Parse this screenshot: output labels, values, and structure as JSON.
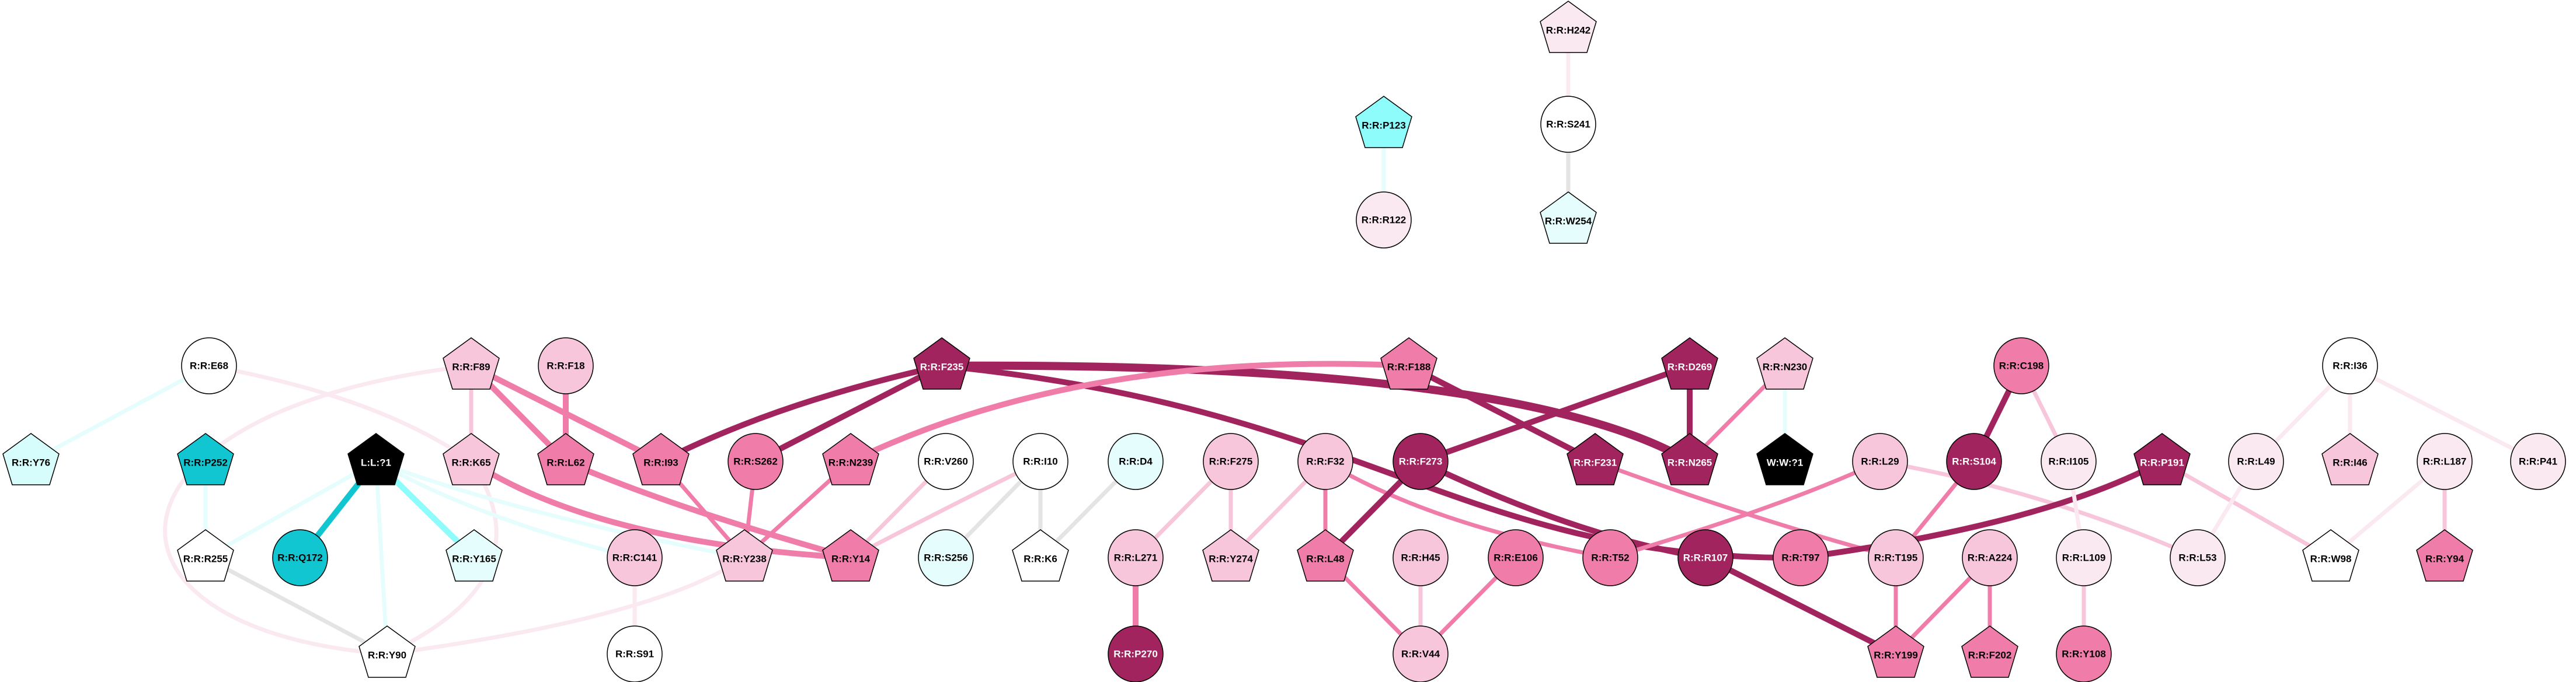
{
  "colors": {
    "dark": "#a2245e",
    "mid": "#f07ca9",
    "light": "#f8c6db",
    "verylight": "#fbe9f1",
    "white": "#ffffff",
    "cyanlight": "#e6fdfd",
    "cyanpale": "#d6fcfc",
    "cyan": "#8ffcfc",
    "teal": "#11c6d0",
    "gray": "#e4e4e4",
    "black": "#000000"
  },
  "nodes": [
    {
      "id": "R:R:H242",
      "shape": "pentagon",
      "fill": "verylight"
    },
    {
      "id": "R:R:S241",
      "shape": "ellipse",
      "fill": "white"
    },
    {
      "id": "R:R:W254",
      "shape": "pentagon",
      "fill": "cyanlight"
    },
    {
      "id": "R:R:P123",
      "shape": "pentagon",
      "fill": "cyan"
    },
    {
      "id": "R:R:R122",
      "shape": "ellipse",
      "fill": "verylight"
    },
    {
      "id": "R:R:E68",
      "shape": "ellipse",
      "fill": "white"
    },
    {
      "id": "R:R:F89",
      "shape": "pentagon",
      "fill": "light"
    },
    {
      "id": "R:R:F18",
      "shape": "ellipse",
      "fill": "light"
    },
    {
      "id": "R:R:F235",
      "shape": "pentagon",
      "fill": "dark"
    },
    {
      "id": "R:R:F188",
      "shape": "pentagon",
      "fill": "mid"
    },
    {
      "id": "R:R:D269",
      "shape": "pentagon",
      "fill": "dark"
    },
    {
      "id": "R:R:N230",
      "shape": "pentagon",
      "fill": "light"
    },
    {
      "id": "R:R:C198",
      "shape": "ellipse",
      "fill": "mid"
    },
    {
      "id": "R:R:I36",
      "shape": "ellipse",
      "fill": "white"
    },
    {
      "id": "R:R:Y76",
      "shape": "pentagon",
      "fill": "cyanpale"
    },
    {
      "id": "R:R:P252",
      "shape": "pentagon",
      "fill": "teal"
    },
    {
      "id": "L:L:?1",
      "shape": "pentagon",
      "fill": "black"
    },
    {
      "id": "R:R:K65",
      "shape": "pentagon",
      "fill": "light"
    },
    {
      "id": "R:R:L62",
      "shape": "pentagon",
      "fill": "mid"
    },
    {
      "id": "R:R:I93",
      "shape": "pentagon",
      "fill": "mid"
    },
    {
      "id": "R:R:S262",
      "shape": "ellipse",
      "fill": "mid"
    },
    {
      "id": "R:R:N239",
      "shape": "pentagon",
      "fill": "mid"
    },
    {
      "id": "R:R:V260",
      "shape": "ellipse",
      "fill": "white"
    },
    {
      "id": "R:R:I10",
      "shape": "ellipse",
      "fill": "white"
    },
    {
      "id": "R:R:D4",
      "shape": "ellipse",
      "fill": "cyanlight"
    },
    {
      "id": "R:R:F275",
      "shape": "ellipse",
      "fill": "light"
    },
    {
      "id": "R:R:F32",
      "shape": "ellipse",
      "fill": "light"
    },
    {
      "id": "R:R:F273",
      "shape": "ellipse",
      "fill": "dark"
    },
    {
      "id": "R:R:F231",
      "shape": "pentagon",
      "fill": "dark"
    },
    {
      "id": "R:R:N265",
      "shape": "pentagon",
      "fill": "dark"
    },
    {
      "id": "W:W:?1",
      "shape": "pentagon",
      "fill": "black"
    },
    {
      "id": "R:R:L29",
      "shape": "ellipse",
      "fill": "light"
    },
    {
      "id": "R:R:S104",
      "shape": "ellipse",
      "fill": "dark"
    },
    {
      "id": "R:R:I105",
      "shape": "ellipse",
      "fill": "verylight"
    },
    {
      "id": "R:R:P191",
      "shape": "pentagon",
      "fill": "dark"
    },
    {
      "id": "R:R:L49",
      "shape": "ellipse",
      "fill": "verylight"
    },
    {
      "id": "R:R:I46",
      "shape": "pentagon",
      "fill": "light"
    },
    {
      "id": "R:R:L187",
      "shape": "ellipse",
      "fill": "verylight"
    },
    {
      "id": "R:R:P41",
      "shape": "ellipse",
      "fill": "verylight"
    },
    {
      "id": "R:R:R255",
      "shape": "pentagon",
      "fill": "white"
    },
    {
      "id": "R:R:Q172",
      "shape": "ellipse",
      "fill": "teal"
    },
    {
      "id": "R:R:Y165",
      "shape": "pentagon",
      "fill": "cyanlight"
    },
    {
      "id": "R:R:C141",
      "shape": "ellipse",
      "fill": "light"
    },
    {
      "id": "R:R:Y238",
      "shape": "pentagon",
      "fill": "light"
    },
    {
      "id": "R:R:Y14",
      "shape": "pentagon",
      "fill": "mid"
    },
    {
      "id": "R:R:S256",
      "shape": "ellipse",
      "fill": "cyanlight"
    },
    {
      "id": "R:R:K6",
      "shape": "pentagon",
      "fill": "white"
    },
    {
      "id": "R:R:L271",
      "shape": "ellipse",
      "fill": "light"
    },
    {
      "id": "R:R:Y274",
      "shape": "pentagon",
      "fill": "light"
    },
    {
      "id": "R:R:L48",
      "shape": "pentagon",
      "fill": "mid"
    },
    {
      "id": "R:R:H45",
      "shape": "ellipse",
      "fill": "light"
    },
    {
      "id": "R:R:E106",
      "shape": "ellipse",
      "fill": "mid"
    },
    {
      "id": "R:R:T52",
      "shape": "ellipse",
      "fill": "mid"
    },
    {
      "id": "R:R:R107",
      "shape": "ellipse",
      "fill": "dark"
    },
    {
      "id": "R:R:T97",
      "shape": "ellipse",
      "fill": "mid"
    },
    {
      "id": "R:R:T195",
      "shape": "ellipse",
      "fill": "light"
    },
    {
      "id": "R:R:A224",
      "shape": "ellipse",
      "fill": "light"
    },
    {
      "id": "R:R:L109",
      "shape": "ellipse",
      "fill": "verylight"
    },
    {
      "id": "R:R:L53",
      "shape": "ellipse",
      "fill": "verylight"
    },
    {
      "id": "R:R:W98",
      "shape": "pentagon",
      "fill": "white"
    },
    {
      "id": "R:R:Y94",
      "shape": "pentagon",
      "fill": "mid"
    },
    {
      "id": "R:R:Y90",
      "shape": "pentagon",
      "fill": "white"
    },
    {
      "id": "R:R:S91",
      "shape": "ellipse",
      "fill": "white"
    },
    {
      "id": "R:R:P270",
      "shape": "ellipse",
      "fill": "dark"
    },
    {
      "id": "R:R:V44",
      "shape": "ellipse",
      "fill": "light"
    },
    {
      "id": "R:R:Y199",
      "shape": "pentagon",
      "fill": "mid"
    },
    {
      "id": "R:R:F202",
      "shape": "pentagon",
      "fill": "mid"
    },
    {
      "id": "R:R:Y108",
      "shape": "ellipse",
      "fill": "mid"
    }
  ],
  "edges": [
    {
      "source": "R:R:H242",
      "target": "R:R:S241",
      "color": "verylight",
      "weight": 1
    },
    {
      "source": "R:R:S241",
      "target": "R:R:W254",
      "color": "gray",
      "weight": 1
    },
    {
      "source": "R:R:P123",
      "target": "R:R:R122",
      "color": "cyanlight",
      "weight": 1
    },
    {
      "source": "R:R:E68",
      "target": "R:R:Y76",
      "color": "cyanlight",
      "weight": 1
    },
    {
      "source": "R:R:E68",
      "target": "R:R:K65",
      "color": "verylight",
      "weight": 1
    },
    {
      "source": "R:R:F89",
      "target": "R:R:Y90",
      "color": "verylight",
      "weight": 1
    },
    {
      "source": "R:R:F89",
      "target": "R:R:K65",
      "color": "light",
      "weight": 1
    },
    {
      "source": "R:R:F89",
      "target": "R:R:L62",
      "color": "mid",
      "weight": 2
    },
    {
      "source": "R:R:F89",
      "target": "R:R:I93",
      "color": "mid",
      "weight": 2
    },
    {
      "source": "R:R:F18",
      "target": "R:R:L62",
      "color": "mid",
      "weight": 2
    },
    {
      "source": "R:R:K65",
      "target": "R:R:Y14",
      "color": "mid",
      "weight": 2
    },
    {
      "source": "R:R:L62",
      "target": "R:R:Y14",
      "color": "mid",
      "weight": 2
    },
    {
      "source": "R:R:K65",
      "target": "R:R:Y90",
      "color": "verylight",
      "weight": 1
    },
    {
      "source": "R:R:P252",
      "target": "R:R:R255",
      "color": "cyanlight",
      "weight": 1
    },
    {
      "source": "L:L:?1",
      "target": "R:R:R255",
      "color": "cyanlight",
      "weight": 1
    },
    {
      "source": "L:L:?1",
      "target": "R:R:Q172",
      "color": "teal",
      "weight": 2
    },
    {
      "source": "L:L:?1",
      "target": "R:R:Y90",
      "color": "cyanlight",
      "weight": 1
    },
    {
      "source": "L:L:?1",
      "target": "R:R:Y165",
      "color": "cyan",
      "weight": 2
    },
    {
      "source": "L:L:?1",
      "target": "R:R:C141",
      "color": "cyanlight",
      "weight": 1
    },
    {
      "source": "L:L:?1",
      "target": "R:R:Y238",
      "color": "cyanlight",
      "weight": 1
    },
    {
      "source": "R:R:R255",
      "target": "R:R:Y90",
      "color": "gray",
      "weight": 1
    },
    {
      "source": "R:R:C141",
      "target": "R:R:S91",
      "color": "verylight",
      "weight": 1
    },
    {
      "source": "R:R:Y238",
      "target": "R:R:Y90",
      "color": "verylight",
      "weight": 1
    },
    {
      "source": "R:R:F235",
      "target": "R:R:I93",
      "color": "dark",
      "weight": 2
    },
    {
      "source": "R:R:F235",
      "target": "R:R:S262",
      "color": "dark",
      "weight": 2
    },
    {
      "source": "R:R:F235",
      "target": "R:R:N265",
      "color": "dark",
      "weight": 3
    },
    {
      "source": "R:R:F235",
      "target": "R:R:T97",
      "color": "dark",
      "weight": 2
    },
    {
      "source": "R:R:I93",
      "target": "R:R:Y238",
      "color": "mid",
      "weight": 1
    },
    {
      "source": "R:R:S262",
      "target": "R:R:Y238",
      "color": "mid",
      "weight": 1
    },
    {
      "source": "R:R:N239",
      "target": "R:R:Y238",
      "color": "mid",
      "weight": 1
    },
    {
      "source": "R:R:N239",
      "target": "R:R:F188",
      "color": "mid",
      "weight": 2
    },
    {
      "source": "R:R:V260",
      "target": "R:R:Y14",
      "color": "light",
      "weight": 1
    },
    {
      "source": "R:R:I10",
      "target": "R:R:Y14",
      "color": "light",
      "weight": 1
    },
    {
      "source": "R:R:I10",
      "target": "R:R:S256",
      "color": "gray",
      "weight": 1
    },
    {
      "source": "R:R:I10",
      "target": "R:R:K6",
      "color": "gray",
      "weight": 1
    },
    {
      "source": "R:R:D4",
      "target": "R:R:K6",
      "color": "gray",
      "weight": 1
    },
    {
      "source": "R:R:F275",
      "target": "R:R:L271",
      "color": "light",
      "weight": 1
    },
    {
      "source": "R:R:F275",
      "target": "R:R:Y274",
      "color": "light",
      "weight": 1
    },
    {
      "source": "R:R:L271",
      "target": "R:R:P270",
      "color": "mid",
      "weight": 2
    },
    {
      "source": "R:R:F32",
      "target": "R:R:Y274",
      "color": "light",
      "weight": 1
    },
    {
      "source": "R:R:F32",
      "target": "R:R:L48",
      "color": "mid",
      "weight": 1
    },
    {
      "source": "R:R:F32",
      "target": "R:R:T52",
      "color": "mid",
      "weight": 1
    },
    {
      "source": "R:R:F273",
      "target": "R:R:D269",
      "color": "dark",
      "weight": 2
    },
    {
      "source": "R:R:F273",
      "target": "R:R:L48",
      "color": "dark",
      "weight": 2
    },
    {
      "source": "R:R:F273",
      "target": "R:R:R107",
      "color": "dark",
      "weight": 2
    },
    {
      "source": "R:R:F188",
      "target": "R:R:F231",
      "color": "dark",
      "weight": 2
    },
    {
      "source": "R:R:D269",
      "target": "R:R:N265",
      "color": "dark",
      "weight": 2
    },
    {
      "source": "R:R:N230",
      "target": "R:R:N265",
      "color": "mid",
      "weight": 1
    },
    {
      "source": "R:R:N230",
      "target": "W:W:?1",
      "color": "cyanlight",
      "weight": 1
    },
    {
      "source": "R:R:F231",
      "target": "R:R:T195",
      "color": "mid",
      "weight": 1
    },
    {
      "source": "R:R:L29",
      "target": "R:R:T52",
      "color": "mid",
      "weight": 1
    },
    {
      "source": "R:R:L29",
      "target": "R:R:L53",
      "color": "light",
      "weight": 1
    },
    {
      "source": "R:R:H45",
      "target": "R:R:V44",
      "color": "light",
      "weight": 1
    },
    {
      "source": "R:R:L48",
      "target": "R:R:V44",
      "color": "mid",
      "weight": 1
    },
    {
      "source": "R:R:E106",
      "target": "R:R:V44",
      "color": "mid",
      "weight": 1
    },
    {
      "source": "R:R:R107",
      "target": "R:R:Y199",
      "color": "dark",
      "weight": 2
    },
    {
      "source": "R:R:T195",
      "target": "R:R:Y199",
      "color": "mid",
      "weight": 1
    },
    {
      "source": "R:R:A224",
      "target": "R:R:Y199",
      "color": "mid",
      "weight": 1
    },
    {
      "source": "R:R:A224",
      "target": "R:R:F202",
      "color": "mid",
      "weight": 1
    },
    {
      "source": "R:R:C198",
      "target": "R:R:S104",
      "color": "dark",
      "weight": 2
    },
    {
      "source": "R:R:C198",
      "target": "R:R:I105",
      "color": "light",
      "weight": 1
    },
    {
      "source": "R:R:S104",
      "target": "R:R:T195",
      "color": "mid",
      "weight": 1
    },
    {
      "source": "R:R:P191",
      "target": "R:R:T97",
      "color": "dark",
      "weight": 2
    },
    {
      "source": "R:R:P191",
      "target": "R:R:W98",
      "color": "light",
      "weight": 1
    },
    {
      "source": "R:R:I105",
      "target": "R:R:L109",
      "color": "verylight",
      "weight": 1
    },
    {
      "source": "R:R:L109",
      "target": "R:R:Y108",
      "color": "light",
      "weight": 1
    },
    {
      "source": "R:R:L49",
      "target": "R:R:L53",
      "color": "verylight",
      "weight": 1
    },
    {
      "source": "R:R:I36",
      "target": "R:R:L49",
      "color": "verylight",
      "weight": 1
    },
    {
      "source": "R:R:I36",
      "target": "R:R:I46",
      "color": "verylight",
      "weight": 1
    },
    {
      "source": "R:R:I36",
      "target": "R:R:P41",
      "color": "verylight",
      "weight": 1
    },
    {
      "source": "R:R:L187",
      "target": "R:R:W98",
      "color": "verylight",
      "weight": 1
    },
    {
      "source": "R:R:L187",
      "target": "R:R:Y94",
      "color": "light",
      "weight": 1
    }
  ]
}
